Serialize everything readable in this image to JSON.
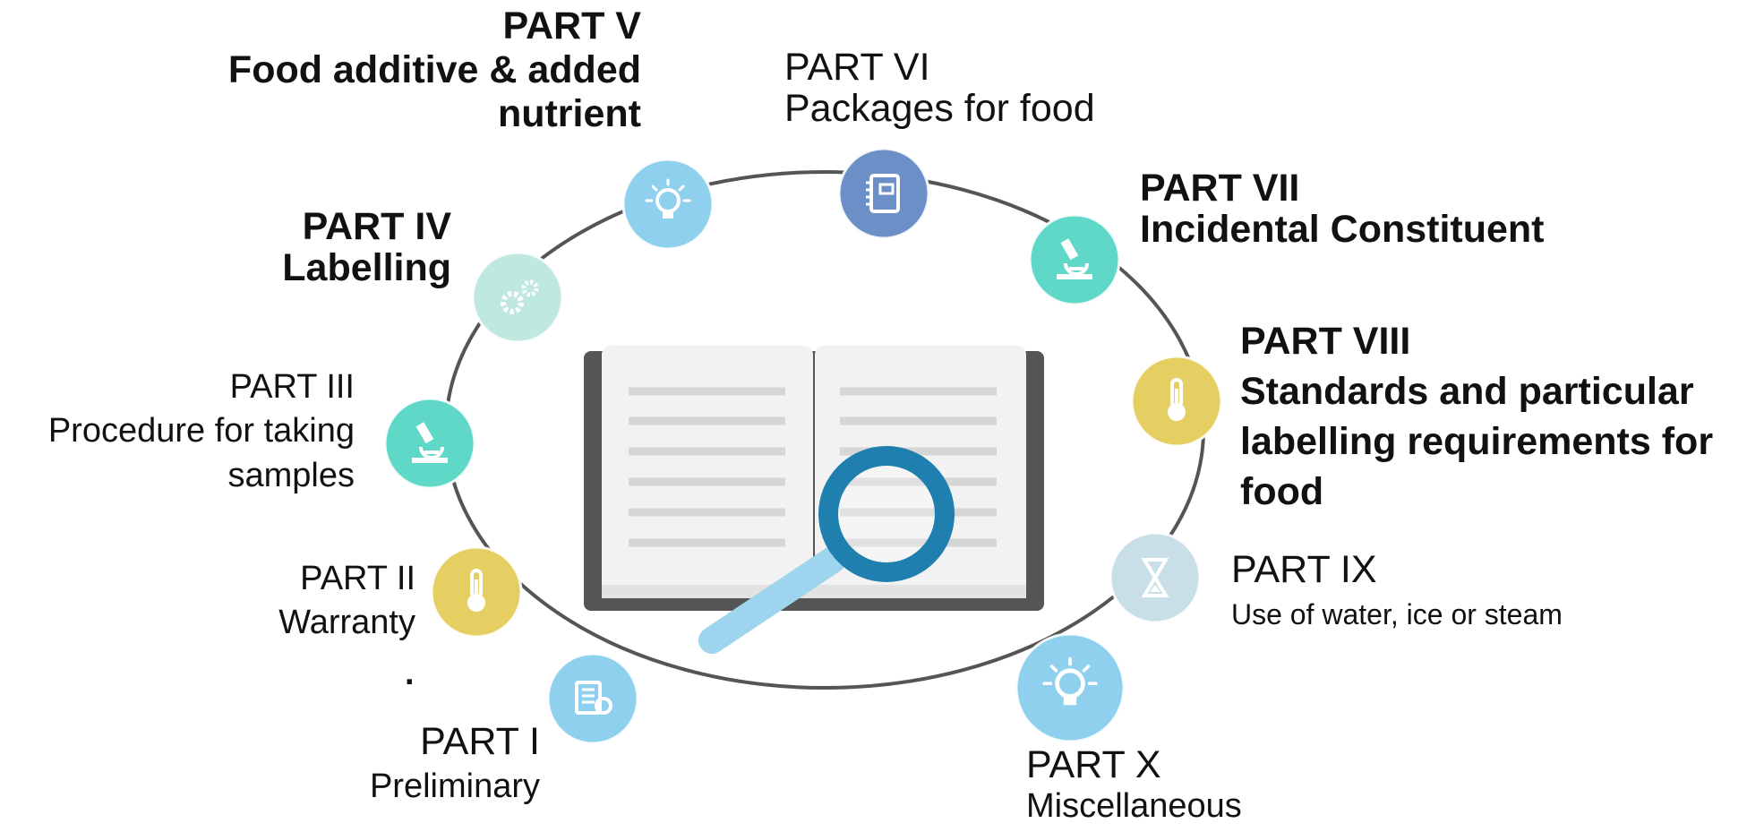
{
  "parts": [
    {
      "id": "p1",
      "title": "PART I",
      "subtitle": "Preliminary",
      "icon": "certificate-icon",
      "color": "#8fd0ef"
    },
    {
      "id": "p2",
      "title": "PART II",
      "subtitle": "Warranty",
      "icon": "thermometer-icon",
      "color": "#e6cf62"
    },
    {
      "id": "p3",
      "title": "PART III",
      "subtitle": "Procedure for taking samples",
      "icon": "microscope-icon",
      "color": "#5fd8c8"
    },
    {
      "id": "p4",
      "title": "PART IV",
      "subtitle": "Labelling",
      "icon": "gears-icon",
      "color": "#bfe8e0"
    },
    {
      "id": "p5",
      "title": "PART V",
      "subtitle": "Food additive & added nutrient",
      "icon": "lightbulb-icon",
      "color": "#8fd0ef"
    },
    {
      "id": "p6",
      "title": "PART VI",
      "subtitle": "Packages for food",
      "icon": "notebook-icon",
      "color": "#6b8fc6"
    },
    {
      "id": "p7",
      "title": "PART VII",
      "subtitle": "Incidental Constituent",
      "icon": "microscope-icon",
      "color": "#5fd8c8"
    },
    {
      "id": "p8",
      "title": "PART VIII",
      "subtitle": "Standards and particular labelling requirements for food",
      "icon": "thermometer-icon",
      "color": "#e6cf62"
    },
    {
      "id": "p9",
      "title": "PART IX",
      "subtitle": "Use of water, ice or steam",
      "icon": "hourglass-icon",
      "color": "#c9dfe8"
    },
    {
      "id": "p10",
      "title": "PART X",
      "subtitle": "Miscellaneous",
      "icon": "lightbulb-icon",
      "color": "#8fd0ef"
    }
  ],
  "stray_mark": ".",
  "colors": {
    "ring": "#555555",
    "book_cover": "#555555",
    "page": "#f2f2f2",
    "page_line": "#d6d6d6",
    "lens_ring": "#1f7fae",
    "handle": "#9fd4ee"
  }
}
